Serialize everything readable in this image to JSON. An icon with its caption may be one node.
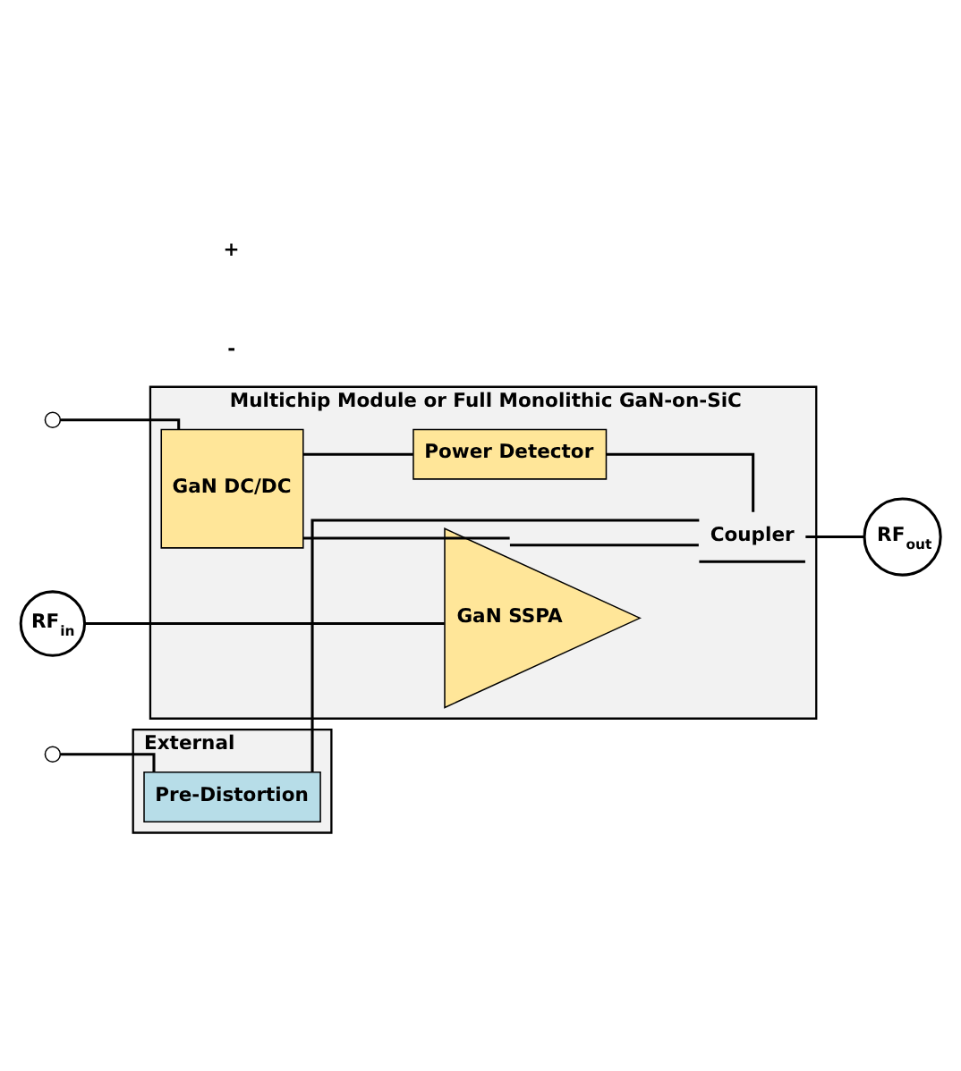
{
  "diagram": {
    "nodes": [
      {
        "text": [
          "Multichip Module or Full Monolithic GaN-on-SiC"
        ]
      },
      {
        "text": [
          "GaN DC/DC"
        ],
        "in": 0
      },
      {
        "text": [
          "Power Detector"
        ],
        "in": 0
      },
      {
        "text": [
          "GaN SSPA"
        ],
        "in": 0
      },
      {
        "text": [
          "Coupler"
        ],
        "in": 0
      },
      {
        "text": [
          "External"
        ]
      },
      {
        "text": [
          "Pre-Distortion"
        ],
        "in": 5
      },
      {
        "text": [],
        "shape": "circle"
      },
      {
        "text": [
          "RF$_{in}$"
        ]
      },
      {
        "text": [
          "RF$_{out}$"
        ]
      },
      {
        "text": [],
        "shape": "circle"
      }
    ],
    "edges": [
      {
        "from": 7,
        "to": 1,
        "arrow": "none"
      },
      {
        "from": 1,
        "to": 2,
        "arrow": "none"
      },
      {
        "from": 1,
        "to": 3,
        "arrow": "none"
      },
      {
        "from": 8,
        "to": 3,
        "arrow": "none"
      },
      {
        "from": 3,
        "to": 4,
        "arrow": "none"
      },
      {
        "from": 4,
        "to": 9,
        "arrow": "none"
      },
      {
        "from": 2,
        "to": 4,
        "arrow": "none"
      },
      {
        "from": 10,
        "to": 6,
        "arrow": "none"
      },
      {
        "from": 6,
        "to": 4,
        "arrow": "none"
      }
    ],
    "labels": [
      "+",
      "-"
    ]
  }
}
